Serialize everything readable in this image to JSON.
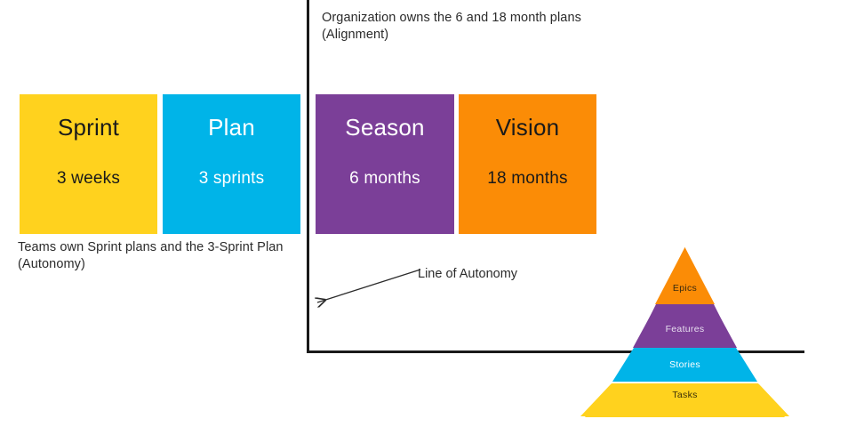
{
  "diagram": {
    "notes": {
      "alignment": "Organization owns the 6 and 18 month plans\n(Alignment)",
      "autonomy": "Teams own Sprint plans and the 3-Sprint Plan\n(Autonomy)"
    },
    "line_of_autonomy_label": "Line of Autonomy",
    "cards": [
      {
        "key": "sprint",
        "title": "Sprint",
        "subtitle": "3 weeks",
        "fill": "#FFD21E",
        "text": "#1a1a1a"
      },
      {
        "key": "plan",
        "title": "Plan",
        "subtitle": "3 sprints",
        "fill": "#00B4E8",
        "text": "#ffffff"
      },
      {
        "key": "season",
        "title": "Season",
        "subtitle": "6 months",
        "fill": "#7B3F98",
        "text": "#ffffff"
      },
      {
        "key": "vision",
        "title": "Vision",
        "subtitle": "18 months",
        "fill": "#FB8C06",
        "text": "#1a1a1a"
      }
    ],
    "pyramid": {
      "levels": [
        {
          "key": "epics",
          "label": "Epics",
          "fill": "#FB8C06"
        },
        {
          "key": "features",
          "label": "Features",
          "fill": "#7B3F98"
        },
        {
          "key": "stories",
          "label": "Stories",
          "fill": "#00B4E8"
        },
        {
          "key": "tasks",
          "label": "Tasks",
          "fill": "#FFD21E"
        }
      ]
    },
    "colors": {
      "axis": "#1a1a1a",
      "background": "#ffffff",
      "body_text": "#2b2b2b"
    }
  }
}
